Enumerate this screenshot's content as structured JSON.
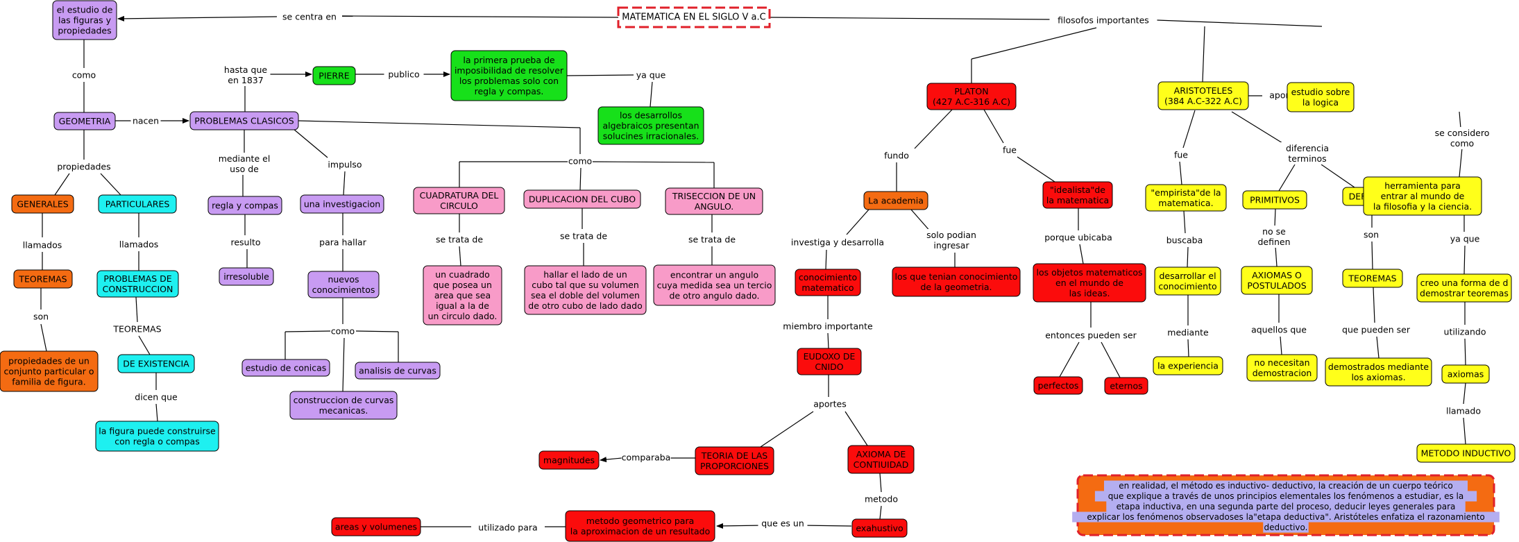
{
  "colors": {
    "purple": "#c89bf2",
    "orange": "#f46b12",
    "cyan": "#1ef0f0",
    "green": "#17e01a",
    "pink": "#f89bc8",
    "red": "#fb0c0c",
    "yellow": "#ffff1a",
    "title_border": "#e0202a",
    "note_text_bg": "#b4aef0"
  },
  "title": "MATEMATICA EN EL SIGLO V a.C",
  "nodes": {
    "estudio": [
      "el estudio de",
      "las figuras y",
      "propiedades"
    ],
    "geometria": [
      "GEOMETRIA"
    ],
    "problemas_clasicos": [
      "PROBLEMAS CLASICOS"
    ],
    "generales": [
      "GENERALES"
    ],
    "particulares": [
      "PARTICULARES"
    ],
    "teoremas_izq": [
      "TEOREMAS"
    ],
    "propiedades_conj": [
      "propiedades de un",
      "conjunto particular o",
      "familia de figura."
    ],
    "problemas_construccion": [
      "PROBLEMAS DE",
      "CONSTRUCCION"
    ],
    "de_existencia": [
      "DE EXISTENCIA"
    ],
    "figura_construirse": [
      "la figura puede construirse",
      "con regla o compas"
    ],
    "regla_compas": [
      "regla y compas"
    ],
    "irresoluble": [
      "irresoluble"
    ],
    "una_investigacion": [
      "una investigacion"
    ],
    "nuevos_conocimientos": [
      "nuevos",
      "conocimientos"
    ],
    "estudio_conicas": [
      "estudio de conicas"
    ],
    "analisis_curvas": [
      "analisis de curvas"
    ],
    "construccion_curvas": [
      "construccion de curvas",
      "mecanicas."
    ],
    "pierre": [
      "PIERRE"
    ],
    "primera_prueba": [
      "la primera prueba de",
      "imposibilidad de resolver",
      "los problemas solo con",
      "regla y compas."
    ],
    "desarrollos": [
      "los desarrollos",
      "algebraicos presentan",
      "solucines irracionales."
    ],
    "cuadratura": [
      "CUADRATURA DEL",
      "CIRCULO"
    ],
    "duplicacion": [
      "DUPLICACION DEL CUBO"
    ],
    "triseccion": [
      "TRISECCION DE UN",
      "ANGULO."
    ],
    "un_cuadrado": [
      "un cuadrado",
      "que posea un",
      "area que sea",
      "igual a la de",
      "un circulo dado."
    ],
    "hallar_lado": [
      "hallar el lado de un",
      "cubo tal que su volumen",
      "sea el doble del volumen",
      "de otro cubo de lado dado"
    ],
    "encontrar_angulo": [
      "encontrar un angulo",
      "cuya medida sea un tercio",
      "de otro angulo dado."
    ],
    "platon": [
      "PLATON",
      "(427 A.C-316 A.C)"
    ],
    "la_academia": [
      "La academia"
    ],
    "idealista": [
      "\"idealista\"de",
      "la matematica"
    ],
    "conocimiento_matematico": [
      "conocimiento",
      "matematico"
    ],
    "los_que_tenian": [
      "los que tenian conocimiento",
      "de la geometria."
    ],
    "objetos_matematicos": [
      "los objetos matematicos",
      "en el mundo de",
      "las ideas."
    ],
    "eudoxo": [
      "EUDOXO DE",
      "CNIDO"
    ],
    "perfectos": [
      "perfectos"
    ],
    "eternos": [
      "eternos"
    ],
    "teoria_proporciones": [
      "TEORIA DE LAS",
      "PROPORCIONES"
    ],
    "axioma_continuidad": [
      "AXIOMA DE",
      "CONTIUIDAD"
    ],
    "magnitudes": [
      "magnitudes"
    ],
    "exahustivo": [
      "exahustivo"
    ],
    "metodo_geometrico": [
      "metodo geometrico para",
      "la aproximacion de un resultado"
    ],
    "areas_volumenes": [
      "areas y volumenes"
    ],
    "aristoteles": [
      "ARISTOTELES",
      "(384 A.C-322 A.C)"
    ],
    "estudio_logica": [
      "estudio sobre",
      "la logica"
    ],
    "empirista": [
      "\"empirista\"de la",
      "matematica."
    ],
    "primitivos": [
      "PRIMITIVOS"
    ],
    "definidos": [
      "DEFINIDOS"
    ],
    "herramienta": [
      "herramienta para",
      "entrar al mundo de",
      "la filosofia y la ciencia."
    ],
    "desarrollar_conocimiento": [
      "desarrollar el",
      "conocimiento"
    ],
    "axiomas_postulados": [
      "AXIOMAS O",
      "POSTULADOS"
    ],
    "teoremas_der": [
      "TEOREMAS"
    ],
    "creo_forma": [
      "creo una forma de d",
      "demostrar teoremas"
    ],
    "la_experiencia": [
      "la experiencia"
    ],
    "no_necesitan": [
      "no necesitan",
      "demostracion"
    ],
    "demostrados": [
      "demostrados mediante",
      "los axiomas."
    ],
    "axiomas": [
      "axiomas"
    ],
    "metodo_inductivo": [
      "METODO INDUCTIVO"
    ]
  },
  "labels": {
    "se_centra_en": [
      "se centra en"
    ],
    "filosofos_importantes": [
      "filosofos importantes"
    ],
    "como_1": [
      "como"
    ],
    "nacen": [
      "nacen"
    ],
    "propiedades": [
      "propiedades"
    ],
    "llamados_1": [
      "llamados"
    ],
    "llamados_2": [
      "llamados"
    ],
    "son_1": [
      "son"
    ],
    "teoremas_lbl": [
      "TEOREMAS"
    ],
    "dicen_que": [
      "dicen que"
    ],
    "hasta_que": [
      "hasta que",
      "en 1837"
    ],
    "publico": [
      "publico"
    ],
    "ya_que_1": [
      "ya que"
    ],
    "mediante_el": [
      "mediante el",
      "uso de"
    ],
    "impulso": [
      "impulso"
    ],
    "resulto": [
      "resulto"
    ],
    "para_hallar": [
      "para hallar"
    ],
    "como_2": [
      "como"
    ],
    "como_3": [
      "como"
    ],
    "se_trata_de_1": [
      "se trata de"
    ],
    "se_trata_de_2": [
      "se trata de"
    ],
    "se_trata_de_3": [
      "se trata de"
    ],
    "fundo": [
      "fundo"
    ],
    "fue_1": [
      "fue"
    ],
    "investiga": [
      "investiga y desarrolla"
    ],
    "solo_podian": [
      "solo podian",
      "ingresar"
    ],
    "porque_ubicaba": [
      "porque ubicaba"
    ],
    "miembro_importante": [
      "miembro importante"
    ],
    "entonces_pueden_ser": [
      "entonces pueden ser"
    ],
    "aportes_1": [
      "aportes"
    ],
    "comparaba": [
      "comparaba"
    ],
    "metodo": [
      "metodo"
    ],
    "que_es_un": [
      "que es un"
    ],
    "utilizado_para": [
      "utilizado para"
    ],
    "aportes_2": [
      "aportes"
    ],
    "se_considero": [
      "se considero",
      "como"
    ],
    "fue_2": [
      "fue"
    ],
    "diferencia": [
      "diferencia",
      "terminos"
    ],
    "buscaba": [
      "buscaba"
    ],
    "no_se_definen": [
      "no se",
      "definen"
    ],
    "son_2": [
      "son"
    ],
    "ya_que_2": [
      "ya que"
    ],
    "mediante": [
      "mediante"
    ],
    "aquellos_que": [
      "aquellos que"
    ],
    "que_pueden_ser": [
      "que pueden ser"
    ],
    "utilizando": [
      "utilizando"
    ],
    "llamado": [
      "llamado"
    ]
  },
  "note": [
    "en realidad, el método es inductivo- deductivo, la creación de un cuerpo teórico",
    "que explique a través de unos principios elementales los fenómenos a estudiar, es la",
    "etapa inductiva, en una segunda parte del proceso, deducir leyes generales para",
    "explicar los fenómenos observadoses la\"etapa deductiva\".  Aristóteles enfatiza el razonamiento",
    "deductivo."
  ]
}
